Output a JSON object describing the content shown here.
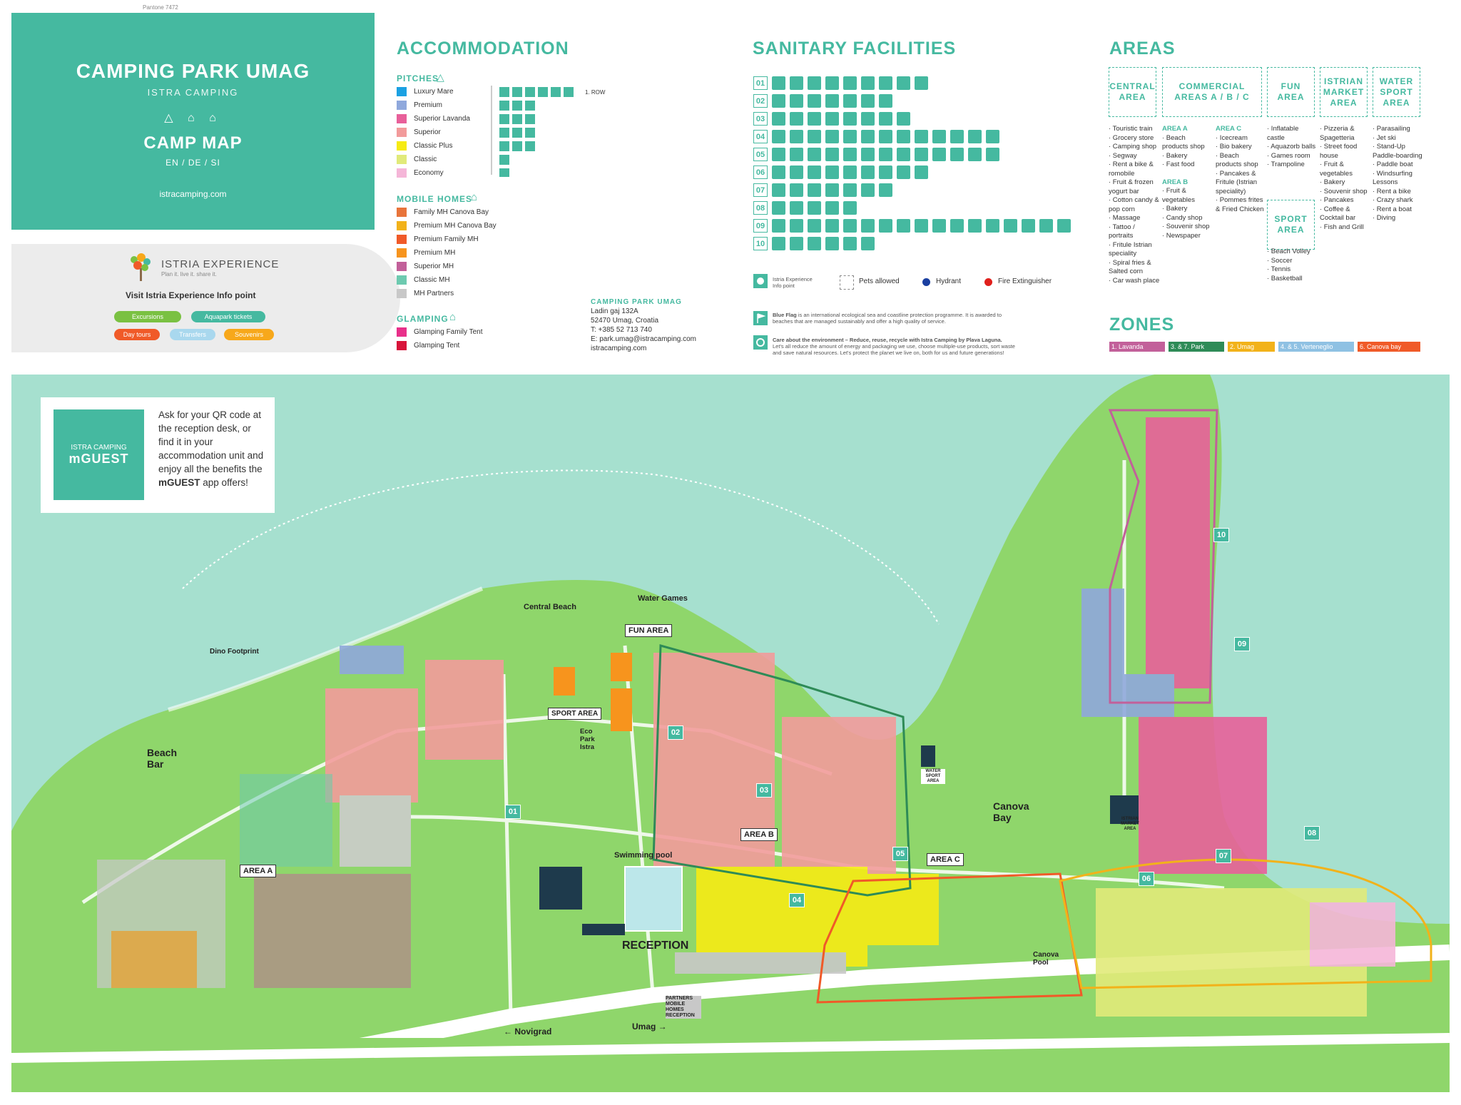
{
  "pantone": "Pantone 7472",
  "title_card": {
    "title": "CAMPING PARK UMAG",
    "subtitle": "ISTRA CAMPING",
    "map_label": "CAMP MAP",
    "languages": "EN / DE / SI",
    "website": "istracamping.com"
  },
  "istria_experience": {
    "logo": "ISTRIA EXPERIENCE",
    "tagline": "Plan it. live it. share it.",
    "visit": "Visit Istria Experience Info point",
    "pills": [
      {
        "label": "Excursions",
        "color": "#7ac142"
      },
      {
        "label": "Aquapark tickets",
        "color": "#45b9a0"
      },
      {
        "label": "Day tours",
        "color": "#f05a28"
      },
      {
        "label": "Transfers",
        "color": "#a9d8ee"
      },
      {
        "label": "Souvenirs",
        "color": "#f7a81b"
      }
    ]
  },
  "accommodation": {
    "heading": "ACCOMMODATION",
    "pitches_heading": "PITCHES",
    "pitches": [
      {
        "label": "Luxury Mare",
        "color": "#1ba1e2"
      },
      {
        "label": "Premium",
        "color": "#8fa8dc"
      },
      {
        "label": "Superior Lavanda",
        "color": "#e8609a"
      },
      {
        "label": "Superior",
        "color": "#f29b9b"
      },
      {
        "label": "Classic Plus",
        "color": "#f6eb14"
      },
      {
        "label": "Classic",
        "color": "#e1ea7a"
      },
      {
        "label": "Economy",
        "color": "#f5b6d8"
      }
    ],
    "row_label": "1. ROW",
    "mobile_homes_heading": "MOBILE HOMES",
    "mobile_homes": [
      {
        "label": "Family MH Canova Bay",
        "color": "#e8743b"
      },
      {
        "label": "Premium MH Canova Bay",
        "color": "#f2b21a"
      },
      {
        "label": "Premium Family MH",
        "color": "#f05a28"
      },
      {
        "label": "Premium MH",
        "color": "#f7941d"
      },
      {
        "label": "Superior MH",
        "color": "#c2609a"
      },
      {
        "label": "Classic MH",
        "color": "#6dcab0"
      },
      {
        "label": "MH Partners",
        "color": "#c8c8c8"
      }
    ],
    "glamping_heading": "GLAMPING",
    "glamping": [
      {
        "label": "Glamping Family Tent",
        "color": "#e8308a"
      },
      {
        "label": "Glamping Tent",
        "color": "#d8143a"
      }
    ]
  },
  "contact": {
    "heading": "CAMPING PARK UMAG",
    "lines": [
      "Ladin gaj 132A",
      "52470 Umag, Croatia",
      "T: +385 52 713 740",
      "E: park.umag@istracamping.com",
      "istracamping.com"
    ]
  },
  "sanitary": {
    "heading": "SANITARY FACILITIES",
    "rows": [
      {
        "num": "01",
        "icons": 9
      },
      {
        "num": "02",
        "icons": 7
      },
      {
        "num": "03",
        "icons": 8
      },
      {
        "num": "04",
        "icons": 13
      },
      {
        "num": "05",
        "icons": 13
      },
      {
        "num": "06",
        "icons": 9
      },
      {
        "num": "07",
        "icons": 7
      },
      {
        "num": "08",
        "icons": 5
      },
      {
        "num": "09",
        "icons": 17
      },
      {
        "num": "10",
        "icons": 6
      }
    ],
    "legend": {
      "info_point": "Istria Experience Info point",
      "pets": "Pets allowed",
      "hydrant": "Hydrant",
      "extinguisher": "Fire Extinguisher"
    },
    "blue_flag_title": "Blue Flag",
    "blue_flag_text": "is an international ecological sea and coastline protection programme. It is awarded to beaches that are managed sustainably and offer a high quality of service.",
    "environment_title": "Care about the environment – Reduce, reuse, recycle with Istra Camping by Plava Laguna.",
    "environment_text": "Let's all reduce the amount of energy and packaging we use, choose multiple-use products, sort waste and save natural resources. Let's protect the planet we live on, both for us and future generations!"
  },
  "areas": {
    "heading": "AREAS",
    "central": {
      "label": "CENTRAL AREA",
      "items": [
        "Touristic train",
        "Grocery store",
        "Camping shop",
        "Segway",
        "Rent a bike & romobile",
        "Fruit & frozen yogurt bar",
        "Cotton candy & pop corn",
        "Massage",
        "Tattoo / portraits",
        "Fritule Istrian speciality",
        "Spiral fries & Salted corn",
        "Car wash place"
      ]
    },
    "commercial": {
      "label": "COMMERCIAL AREAS A / B / C",
      "area_a": {
        "title": "AREA A",
        "items": [
          "Beach products shop",
          "Bakery",
          "Fast food"
        ]
      },
      "area_b": {
        "title": "AREA B",
        "items": [
          "Fruit & vegetables",
          "Bakery",
          "Candy shop",
          "Souvenir shop",
          "Newspaper"
        ]
      },
      "area_c": {
        "title": "AREA C",
        "items": [
          "Icecream",
          "Bio bakery",
          "Beach products shop",
          "Pancakes & Fritule (Istrian speciality)",
          "Pommes frites & Fried Chicken"
        ]
      }
    },
    "fun": {
      "label": "FUN AREA",
      "items": [
        "Inflatable castle",
        "Aquazorb balls",
        "Games room",
        "Trampoline"
      ]
    },
    "sport": {
      "label": "SPORT AREA",
      "items": [
        "Beach Volley",
        "Soccer",
        "Tennis",
        "Basketball"
      ]
    },
    "istrian_market": {
      "label": "ISTRIAN MARKET AREA",
      "items": [
        "Pizzeria & Spagetteria",
        "Street food house",
        "Fruit & vegetables",
        "Bakery",
        "Souvenir shop",
        "Pancakes",
        "Coffee & Cocktail bar",
        "Fish and Grill"
      ]
    },
    "water_sport": {
      "label": "WATER SPORT AREA",
      "items": [
        "Parasailing",
        "Jet ski",
        "Stand-Up Paddle-boarding",
        "Paddle boat",
        "Windsurfing Lessons",
        "Rent a bike",
        "Crazy shark",
        "Rent a boat",
        "Diving"
      ]
    }
  },
  "zones": {
    "heading": "ZONES",
    "items": [
      {
        "label": "1. Lavanda",
        "color": "#c2609a"
      },
      {
        "label": "3. & 7. Park",
        "color": "#2e8b57"
      },
      {
        "label": "2. Umag",
        "color": "#f2b21a"
      },
      {
        "label": "4. & 5. Verteneglio",
        "color": "#8fc1e3"
      },
      {
        "label": "6. Canova bay",
        "color": "#f05a28"
      }
    ]
  },
  "map": {
    "mguest": {
      "brand": "ISTRA CAMPING",
      "app": "mGUEST",
      "text_plain": "Ask for your QR code at the reception desk, or find it in your accommodation unit and enjoy all the benefits the",
      "text_bold": "mGUEST",
      "text_end": "app offers!"
    },
    "labels": {
      "dino": "Dino Footprint",
      "central_beach": "Central Beach",
      "water_games": "Water Games",
      "fun_area": "FUN AREA",
      "sport_area": "SPORT AREA",
      "eco_park": "Eco Park Istra",
      "beach_bar": "Beach Bar",
      "area_a": "AREA A",
      "area_b": "AREA B",
      "area_c": "AREA C",
      "swimming_pool": "Swimming pool",
      "reception": "RECEPTION",
      "partners": "PARTNERS MOBILE HOMES RECEPTION",
      "canova_bay": "Canova Bay",
      "canova_pool": "Canova Pool",
      "water_sport_area": "WATER SPORT AREA",
      "istrian_market_area": "ISTRIAN MARKET AREA",
      "novigrad": "Novigrad",
      "umag": "Umag"
    },
    "sanitary_numbers": [
      "01",
      "02",
      "03",
      "04",
      "05",
      "06",
      "07",
      "08",
      "09",
      "10"
    ]
  },
  "colors": {
    "brand": "#45b9a0",
    "sea": "#a6e0cf",
    "land": "#8fd66b",
    "road": "#ffffff"
  }
}
